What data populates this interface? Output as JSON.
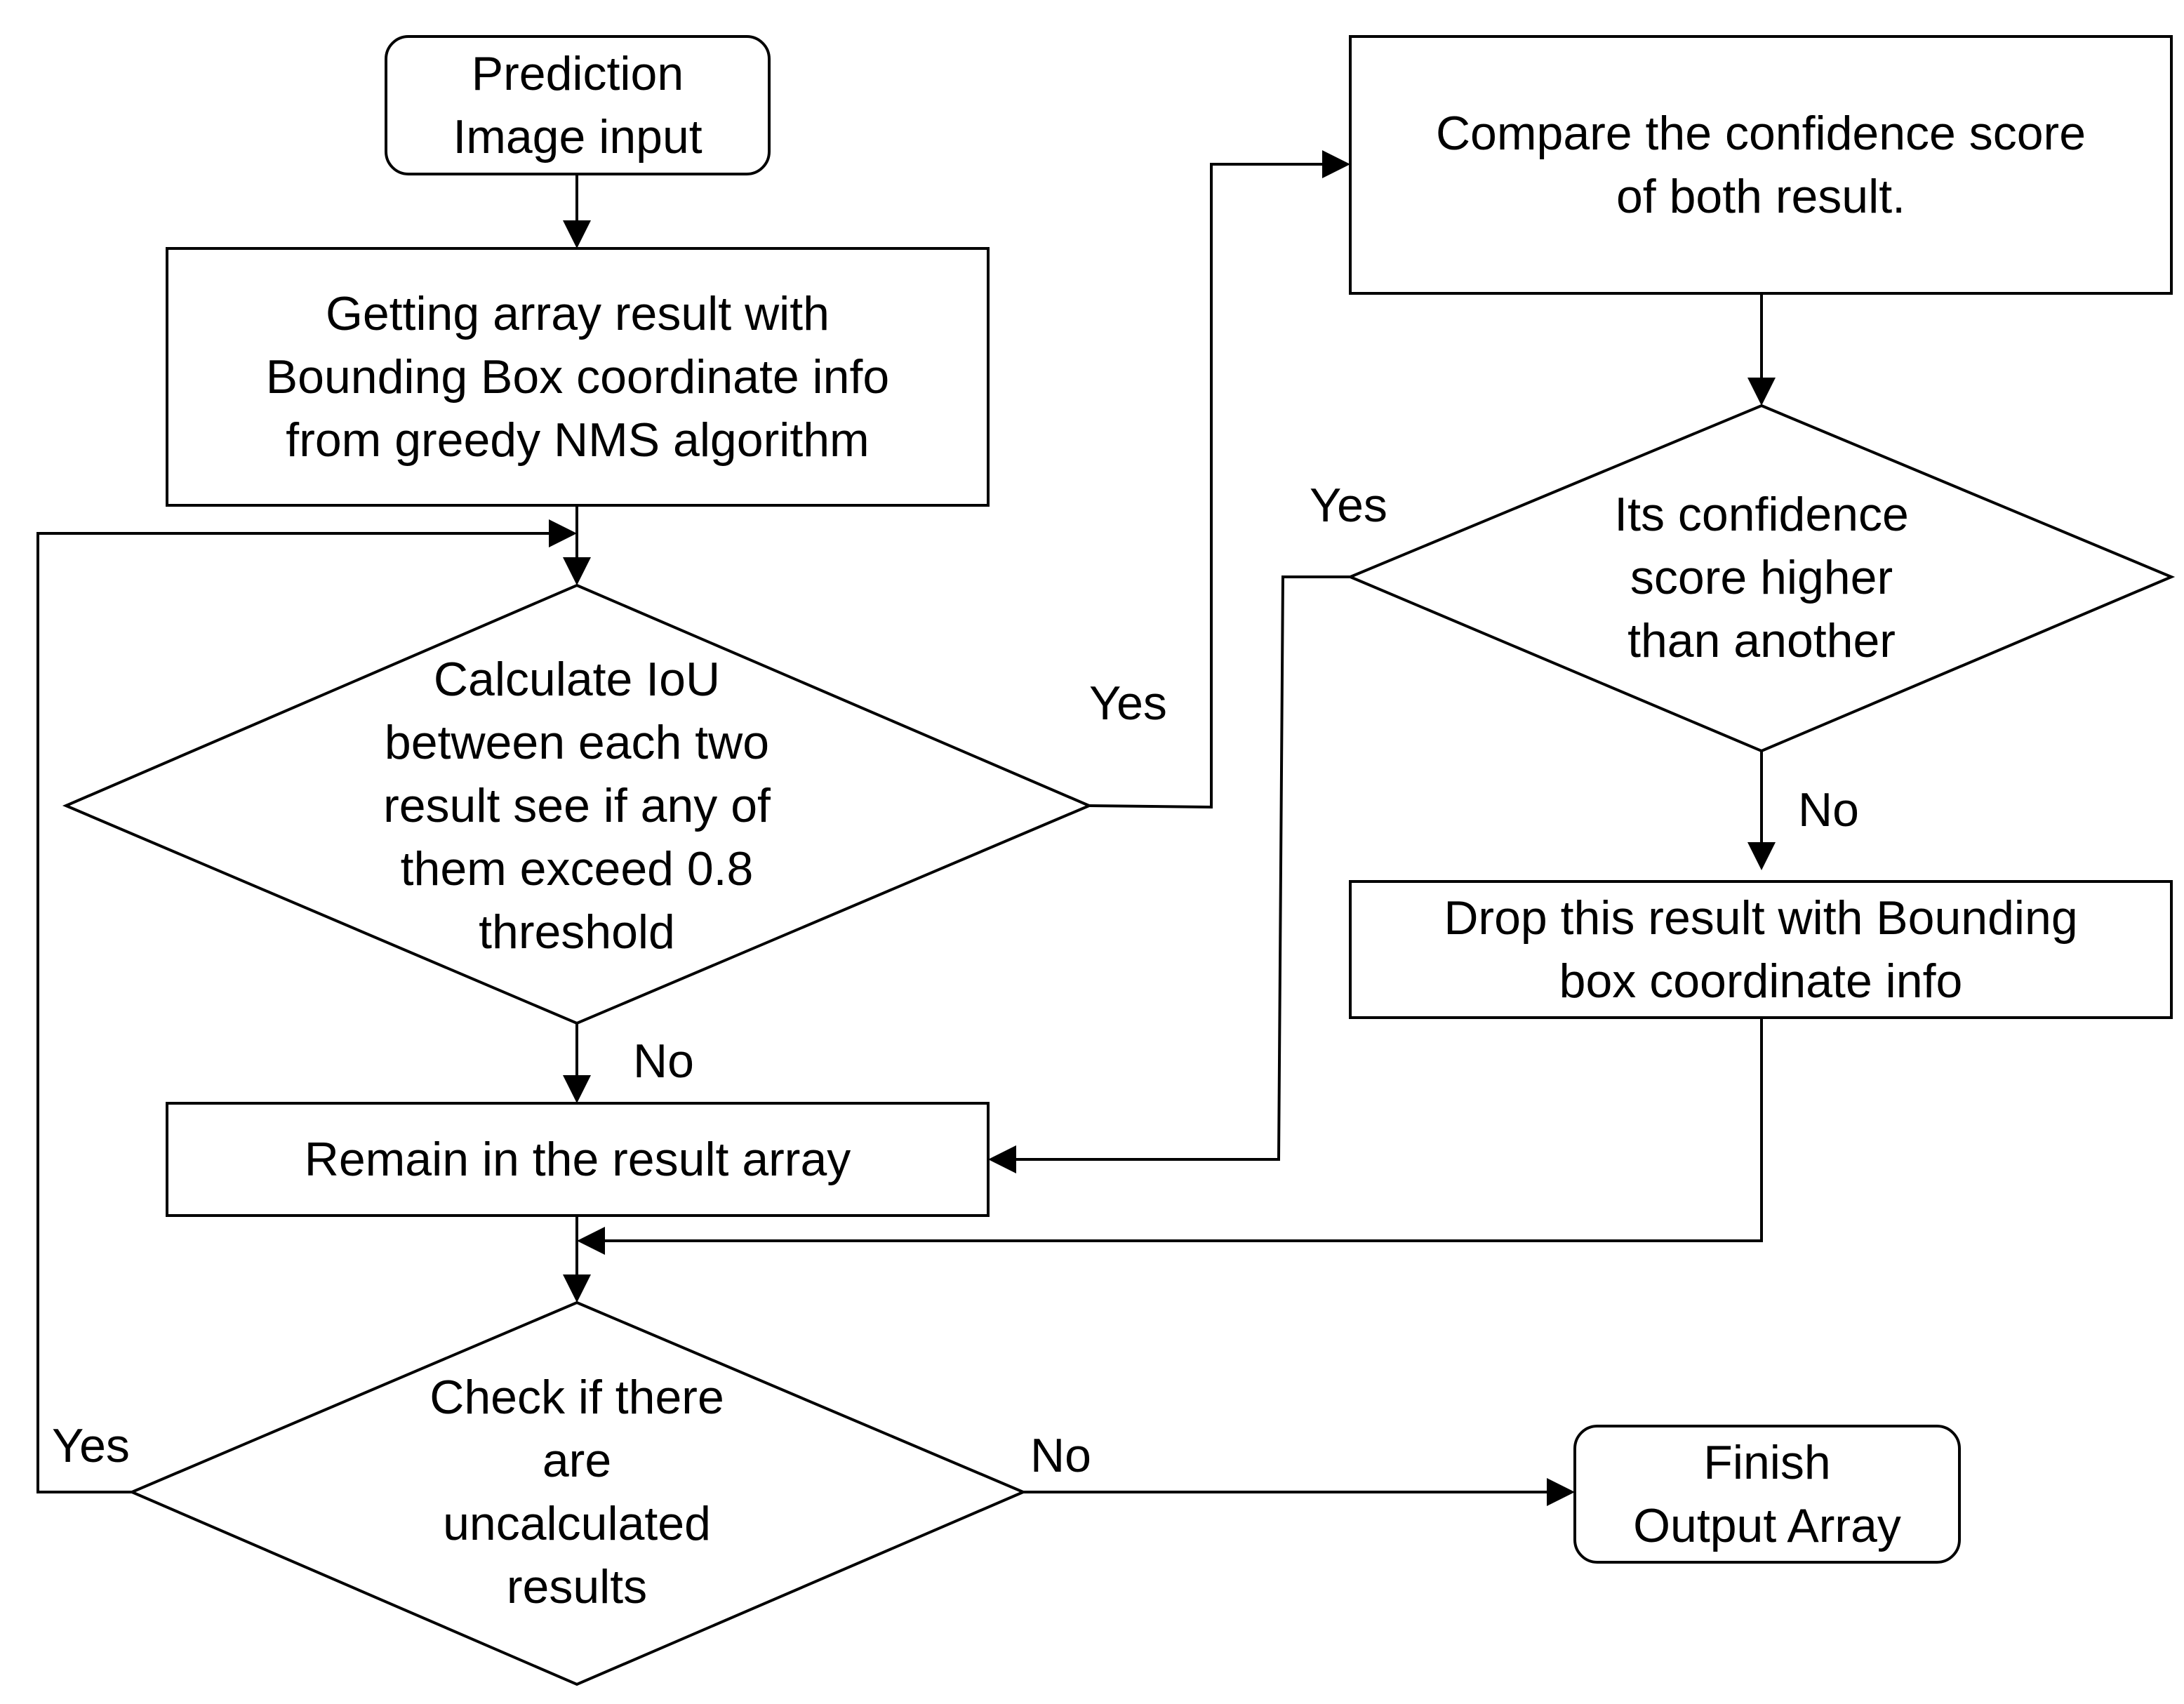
{
  "nodes": {
    "start": "Prediction\nImage input",
    "getting_array": "Getting array result with\nBounding Box coordinate info\nfrom greedy NMS algorithm",
    "calc_iou": "Calculate IoU\nbetween each two\nresult see if any of\nthem exceed 0.8\nthreshold",
    "remain": "Remain in the result array",
    "check_uncalc": "Check if there\nare\nuncalculated\nresults",
    "finish": "Finish\nOutput Array",
    "compare": "Compare the confidence score\nof both result.",
    "higher": "Its confidence\nscore higher\nthan another",
    "drop": "Drop this result with Bounding\nbox coordinate info"
  },
  "edges": {
    "iou_yes": "Yes",
    "iou_no": "No",
    "higher_yes": "Yes",
    "higher_no": "No",
    "check_yes": "Yes",
    "check_no": "No"
  }
}
